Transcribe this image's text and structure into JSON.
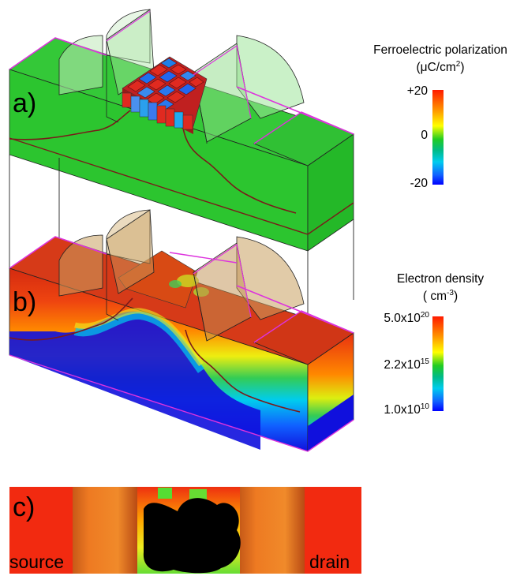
{
  "panels": {
    "a": "a)",
    "b": "b)",
    "c": "c)"
  },
  "colorbars": {
    "polarization": {
      "title": "Ferroelectric polarization",
      "unit_prefix": "(",
      "unit_mu": "μC/cm",
      "unit_sup": "2",
      "unit_suffix": ")",
      "ticks": [
        "+20",
        "0",
        "-20"
      ]
    },
    "electron": {
      "title": "Electron density",
      "unit_base": "( cm",
      "unit_sup": "-3",
      "unit_suffix": ")",
      "ticks": [
        {
          "mant": "5.0x10",
          "exp": "20"
        },
        {
          "mant": "2.2x10",
          "exp": "15"
        },
        {
          "mant": "1.0x10",
          "exp": "10"
        }
      ]
    }
  },
  "labels": {
    "source": "source",
    "drain": "drain"
  },
  "colors": {
    "green_face": "#22cc22",
    "red": "#e82a10",
    "blue": "#1020dd",
    "magenta_edge": "#dd33dd",
    "gate_tan": "#c8a060"
  }
}
